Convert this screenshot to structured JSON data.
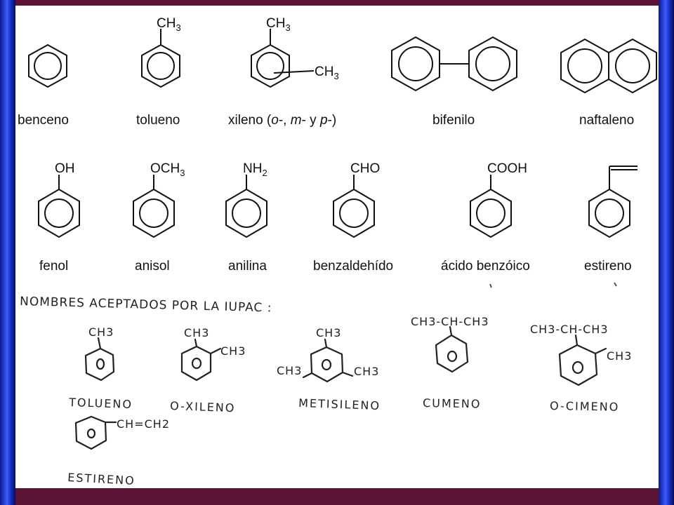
{
  "printed_compounds": [
    {
      "name": "benceno"
    },
    {
      "name": "tolueno",
      "substituent": "CH",
      "sub_index": "3"
    },
    {
      "name_parts": {
        "a": "xileno (",
        "b": "o",
        "c": "-, ",
        "d": "m",
        "e": "- y ",
        "f": "p",
        "g": "-)"
      },
      "substituent_top": "CH",
      "substituent_side": "CH",
      "sub_index": "3"
    },
    {
      "name": "bifenilo"
    },
    {
      "name": "naftaleno"
    },
    {
      "name": "fenol",
      "substituent": "OH"
    },
    {
      "name": "anisol",
      "substituent": "OCH",
      "sub_index": "3"
    },
    {
      "name": "anilina",
      "substituent": "NH",
      "sub_index": "2"
    },
    {
      "name": "benzaldehído",
      "substituent": "CHO"
    },
    {
      "name": "ácido benzóico",
      "substituent": "COOH"
    },
    {
      "name": "estireno"
    }
  ],
  "handwritten": {
    "heading": "NOMBRES ACEPTADOS POR LA IUPAC :",
    "tolueno": {
      "name": "TOLUENO",
      "group": "CH3",
      "ring_mark": "O"
    },
    "oxileno": {
      "name": "O-XILENO",
      "group_top": "CH3",
      "group_side": "CH3",
      "ring_mark": "O"
    },
    "mesitileno": {
      "name": "METISILENO",
      "group_top": "CH3",
      "group_left": "CH3",
      "group_right": "CH3",
      "ring_mark": "O"
    },
    "cumeno": {
      "name": "CUMENO",
      "group": "CH3-CH-CH3",
      "ring_mark": "O"
    },
    "ocimeno": {
      "name": "O-CIMENO",
      "group_top": "CH3-CH-CH3",
      "group_side": "CH3",
      "ring_mark": "O"
    },
    "estireno": {
      "name": "ESTIRENO",
      "group": "CH=CH2",
      "ring_mark": "O"
    }
  }
}
